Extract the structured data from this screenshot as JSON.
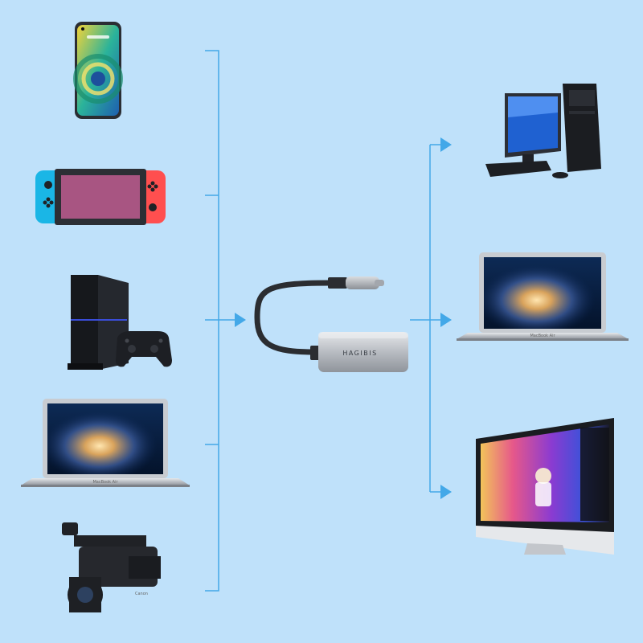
{
  "adapter": {
    "brand": "HAGIBIS"
  },
  "sources": [
    {
      "device": "smartphone"
    },
    {
      "device": "game-console-handheld"
    },
    {
      "device": "game-console-home"
    },
    {
      "device": "laptop"
    },
    {
      "device": "camcorder"
    }
  ],
  "displays": [
    {
      "device": "desktop-computer"
    },
    {
      "device": "laptop"
    },
    {
      "device": "all-in-one-monitor"
    }
  ],
  "laptop_text": "MacBook Air",
  "camcorder_text": "Canon",
  "colors": {
    "background": "#bfe1fa",
    "connector": "#43a8e8",
    "adapter_body": "#c4c7cc",
    "cable": "#2b2d31"
  }
}
